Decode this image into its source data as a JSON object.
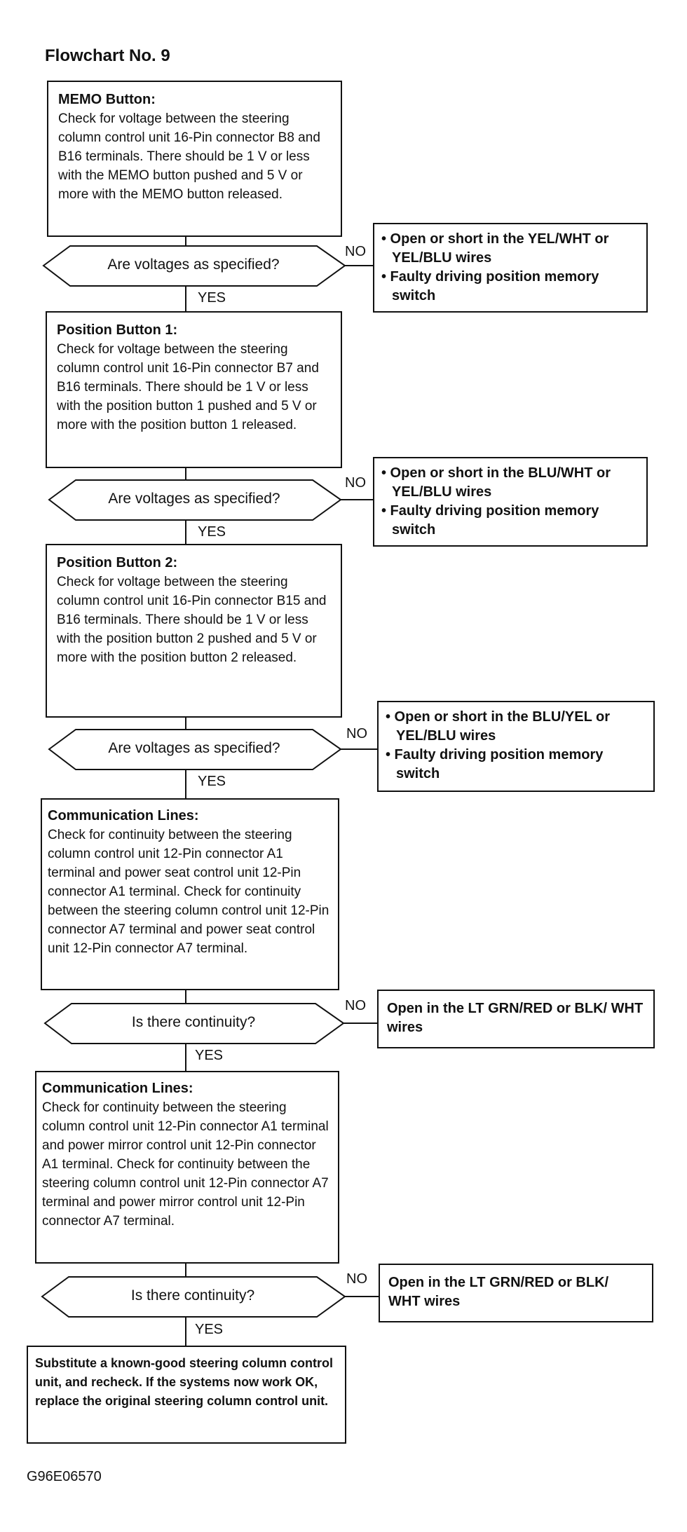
{
  "title": "Flowchart No. 9",
  "steps": [
    {
      "heading": "MEMO Button:",
      "body": "Check for voltage between the steering column control unit 16-Pin connector B8 and B16 terminals. There should be 1 V or less with the MEMO button pushed and 5 V or more with the MEMO button released."
    },
    {
      "heading": "Position Button 1:",
      "body": "Check for voltage between the steering column control unit 16-Pin connector B7 and B16 terminals. There should be 1 V or less with the position button 1 pushed and 5 V or more with the position button 1 released."
    },
    {
      "heading": "Position Button 2:",
      "body": "Check for voltage between the steering column control unit 16-Pin connector B15 and B16 terminals. There should be 1 V or less with the position button 2 pushed and 5 V or more with the position button 2 released."
    },
    {
      "heading": "Communication Lines:",
      "body": "Check for continuity between the steering column control unit 12-Pin connector A1 terminal and power seat control unit 12-Pin connector A1 terminal. Check for continuity between the steering column control unit 12-Pin connector A7 terminal and power seat control unit 12-Pin connector A7 terminal."
    },
    {
      "heading": "Communication Lines:",
      "body": "Check for continuity between the steering column control unit 12-Pin connector A1 terminal and power mirror control unit 12-Pin connector A1 terminal. Check for continuity between the steering column control unit 12-Pin connector A7 terminal and power mirror control unit 12-Pin connector A7 terminal."
    }
  ],
  "questions": [
    "Are voltages as specified?",
    "Are voltages as specified?",
    "Are voltages as specified?",
    "Is there continuity?",
    "Is there continuity?"
  ],
  "yes_label": "YES",
  "no_label": "NO",
  "results": [
    {
      "line1": "• Open or short in the YEL/WHT or YEL/BLU wires",
      "line2": "• Faulty driving position memory switch"
    },
    {
      "line1": "• Open or short in the BLU/WHT or YEL/BLU wires",
      "line2": "• Faulty driving position memory switch"
    },
    {
      "line1": "• Open or short in the BLU/YEL or YEL/BLU wires",
      "line2": "• Faulty driving position memory switch"
    },
    {
      "line1": "Open in the LT GRN/RED or BLK/ WHT wires"
    },
    {
      "line1": "Open in the LT GRN/RED or BLK/ WHT wires"
    }
  ],
  "final": "Substitute a known-good steering column control unit, and recheck. If the systems now work OK, replace the original steering column control unit.",
  "figure_id": "G96E06570"
}
